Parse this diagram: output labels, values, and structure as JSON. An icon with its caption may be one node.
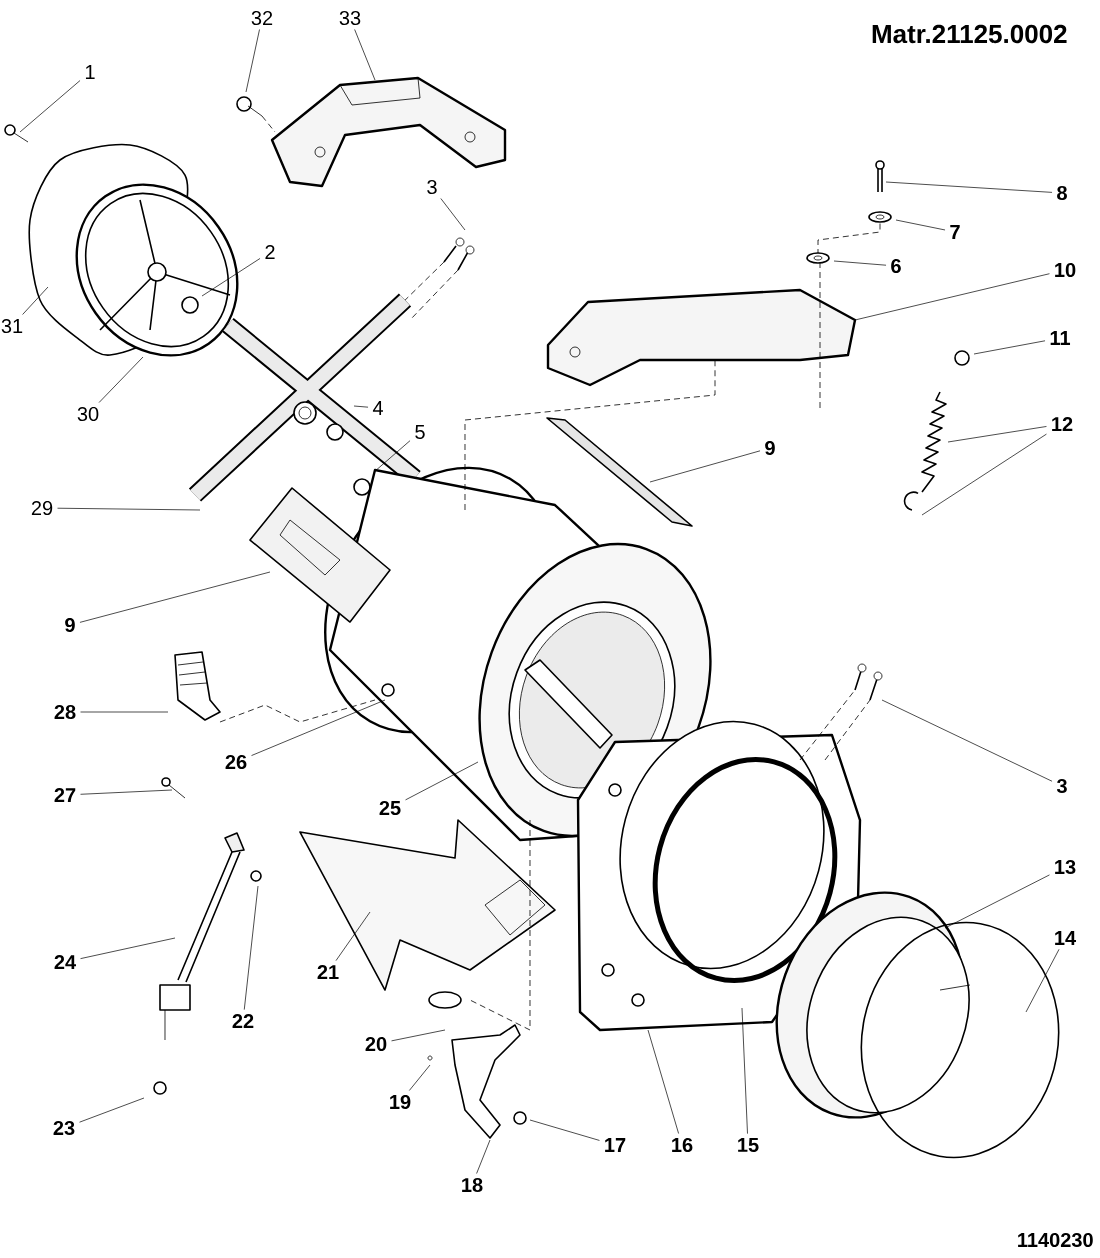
{
  "diagram": {
    "nodes": [
      {
        "text": [
          "1"
        ]
      },
      {
        "text": [
          "32"
        ]
      },
      {
        "text": [
          "33"
        ]
      },
      {
        "text": [
          "3"
        ]
      },
      {
        "text": [
          "2"
        ]
      },
      {
        "text": [
          "31"
        ]
      },
      {
        "text": [
          "30"
        ]
      },
      {
        "text": [
          "4"
        ]
      },
      {
        "text": [
          "5"
        ]
      },
      {
        "text": [
          "29"
        ]
      },
      {
        "text": [
          "9"
        ]
      },
      {
        "text": [
          "8"
        ]
      },
      {
        "text": [
          "7"
        ]
      },
      {
        "text": [
          "6"
        ]
      },
      {
        "text": [
          "10"
        ]
      },
      {
        "text": [
          "11"
        ]
      },
      {
        "text": [
          "12"
        ]
      },
      {
        "text": [
          "9"
        ]
      },
      {
        "text": [
          "28"
        ]
      },
      {
        "text": [
          "26"
        ]
      },
      {
        "text": [
          "27"
        ]
      },
      {
        "text": [
          "25"
        ]
      },
      {
        "text": [
          "3"
        ]
      },
      {
        "text": [
          "13"
        ]
      },
      {
        "text": [
          "14"
        ]
      },
      {
        "text": [
          "24"
        ]
      },
      {
        "text": [
          "22"
        ]
      },
      {
        "text": [
          "21"
        ]
      },
      {
        "text": [
          "20"
        ]
      },
      {
        "text": [
          "19"
        ]
      },
      {
        "text": [
          "16"
        ]
      },
      {
        "text": [
          "15"
        ]
      },
      {
        "text": [
          "17"
        ]
      },
      {
        "text": [
          "23"
        ]
      },
      {
        "text": [
          "18"
        ]
      }
    ],
    "edges": [
      {
        "from": 0,
        "to": null,
        "arrow": "none"
      },
      {
        "from": 1,
        "to": null,
        "arrow": "none"
      },
      {
        "from": 2,
        "to": null,
        "arrow": "none"
      },
      {
        "from": 3,
        "to": null,
        "arrow": "none"
      },
      {
        "from": 4,
        "to": null,
        "arrow": "none"
      },
      {
        "from": 5,
        "to": null,
        "arrow": "none"
      },
      {
        "from": 6,
        "to": null,
        "arrow": "none"
      },
      {
        "from": 7,
        "to": null,
        "arrow": "none"
      },
      {
        "from": 8,
        "to": null,
        "arrow": "none"
      },
      {
        "from": 9,
        "to": null,
        "arrow": "none"
      },
      {
        "from": 10,
        "to": null,
        "arrow": "none"
      },
      {
        "from": 11,
        "to": null,
        "arrow": "none"
      },
      {
        "from": 12,
        "to": null,
        "arrow": "none"
      },
      {
        "from": 13,
        "to": null,
        "arrow": "none"
      },
      {
        "from": 14,
        "to": null,
        "arrow": "none"
      },
      {
        "from": 15,
        "to": null,
        "arrow": "none"
      },
      {
        "from": 16,
        "to": null,
        "arrow": "none"
      },
      {
        "from": 16,
        "to": null,
        "arrow": "none"
      },
      {
        "from": 17,
        "to": null,
        "arrow": "none"
      },
      {
        "from": 18,
        "to": null,
        "arrow": "none"
      },
      {
        "from": 19,
        "to": null,
        "arrow": "none"
      },
      {
        "from": 20,
        "to": null,
        "arrow": "none"
      },
      {
        "from": 21,
        "to": null,
        "arrow": "none"
      },
      {
        "from": 22,
        "to": null,
        "arrow": "none"
      },
      {
        "from": 23,
        "to": null,
        "arrow": "none"
      },
      {
        "from": 24,
        "to": null,
        "arrow": "none"
      },
      {
        "from": 25,
        "to": null,
        "arrow": "none"
      },
      {
        "from": 26,
        "to": null,
        "arrow": "none"
      },
      {
        "from": 27,
        "to": null,
        "arrow": "none"
      },
      {
        "from": 28,
        "to": null,
        "arrow": "none"
      },
      {
        "from": 29,
        "to": null,
        "arrow": "none"
      },
      {
        "from": 30,
        "to": null,
        "arrow": "none"
      },
      {
        "from": 31,
        "to": null,
        "arrow": "none"
      },
      {
        "from": 32,
        "to": null,
        "arrow": "none"
      },
      {
        "from": 33,
        "to": null,
        "arrow": "none"
      },
      {
        "from": 34,
        "to": null,
        "arrow": "none"
      }
    ],
    "labels": [
      "Matr.21125.0002",
      "1140230"
    ]
  }
}
